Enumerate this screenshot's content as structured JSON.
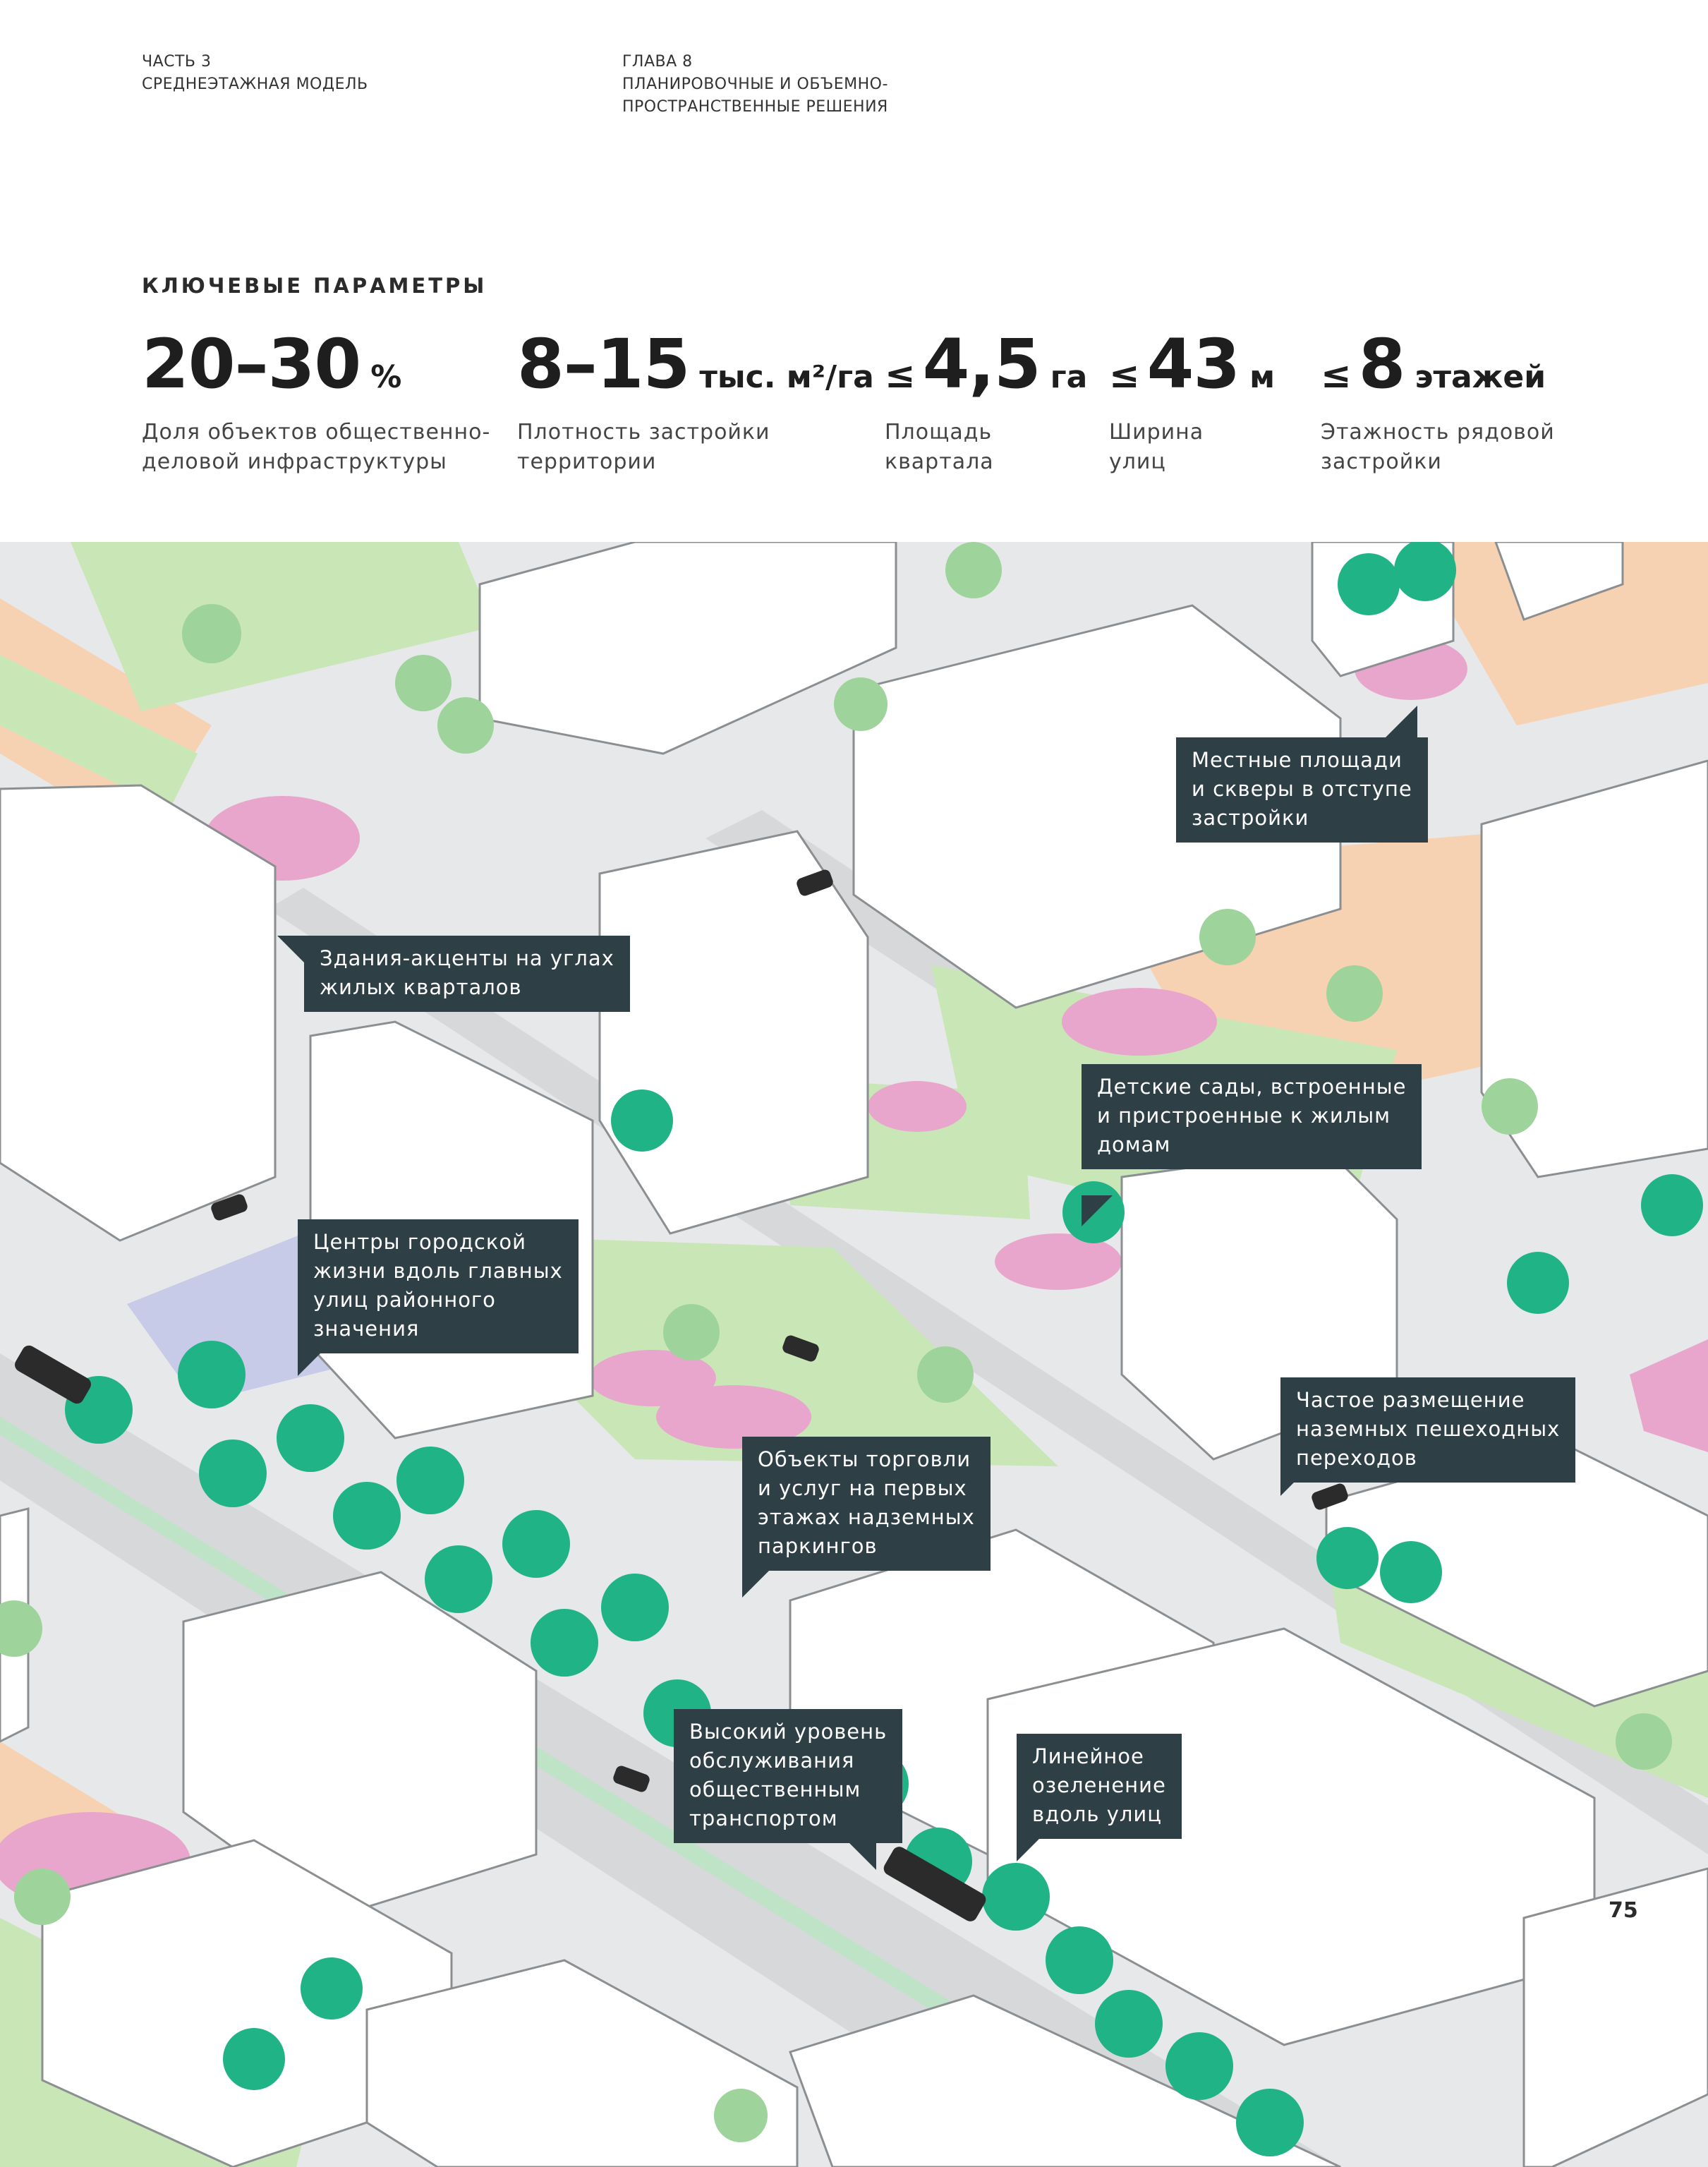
{
  "header": {
    "left": [
      "ЧАСТЬ 3",
      "СРЕДНЕЭТАЖНАЯ МОДЕЛЬ"
    ],
    "right": [
      "ГЛАВА 8",
      "ПЛАНИРОВОЧНЫЕ И ОБЪЕМНО-",
      "ПРОСТРАНСТВЕННЫЕ РЕШЕНИЯ"
    ]
  },
  "section_title": "КЛЮЧЕВЫЕ ПАРАМЕТРЫ",
  "metrics": [
    {
      "prefix": "",
      "value": "20–30",
      "unit": "%",
      "description": [
        "Доля объектов общественно-",
        "деловой инфраструктуры"
      ]
    },
    {
      "prefix": "",
      "value": "8–15",
      "unit": "тыс. м²/га",
      "description": [
        "Плотность застройки",
        "территории"
      ]
    },
    {
      "prefix": "≤",
      "value": "4,5",
      "unit": "га",
      "description": [
        "Площадь",
        "квартала"
      ]
    },
    {
      "prefix": "≤",
      "value": "43",
      "unit": "м",
      "description": [
        "Ширина",
        "улиц"
      ]
    },
    {
      "prefix": "≤",
      "value": "8",
      "unit": "этажей",
      "description": [
        "Этажность рядовой",
        "застройки"
      ]
    }
  ],
  "callouts": [
    {
      "lines": [
        "Местные площади",
        "и скверы в отступе",
        "застройки"
      ]
    },
    {
      "lines": [
        "Здания-акценты на углах",
        "жилых кварталов"
      ]
    },
    {
      "lines": [
        "Детские сады, встроенные",
        "и пристроенные к жилым",
        "домам"
      ]
    },
    {
      "lines": [
        "Центры городской",
        "жизни вдоль главных",
        "улиц районного",
        "значения"
      ]
    },
    {
      "lines": [
        "Частое размещение",
        "наземных пешеходных",
        "переходов"
      ]
    },
    {
      "lines": [
        "Объекты торговли",
        "и услуг на первых",
        "этажах надземных",
        "паркингов"
      ]
    },
    {
      "lines": [
        "Высокий уровень",
        "обслуживания",
        "общественным",
        "транспортом"
      ]
    },
    {
      "lines": [
        "Линейное",
        "озеленение",
        "вдоль улиц"
      ]
    }
  ],
  "page_number": "75",
  "colors": {
    "callout_bg": "#2e3f46",
    "tree": "#1fb386",
    "lawn": "#c9e6b6",
    "plaza": "#f7d2b2",
    "playground": "#e8a6cc",
    "road": "#d9dbdc",
    "building": "#ffffff"
  }
}
